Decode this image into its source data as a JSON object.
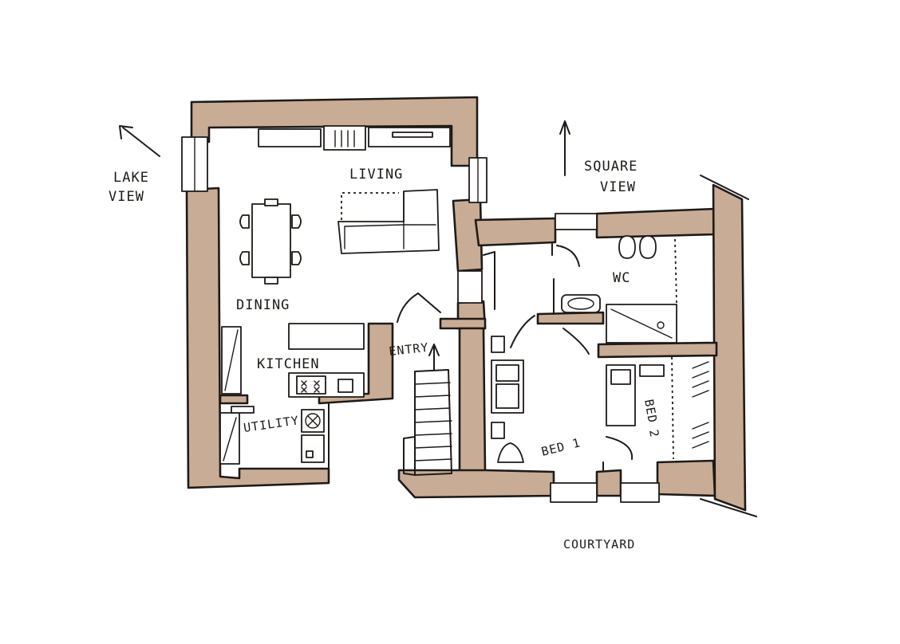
{
  "labels": {
    "lake": "LAKE",
    "lake_view": "VIEW",
    "square": "SQUARE",
    "square_view": "VIEW",
    "living": "LIVING",
    "dining": "DINING",
    "kitchen": "KITCHEN",
    "utility": "UTILITY",
    "entry": "ENTRY",
    "wc": "WC",
    "bed1": "BED 1",
    "bed2": "BED",
    "bed2_num": "2",
    "courtyard": "COURTYARD"
  },
  "colors": {
    "wall_fill": "#c9ac95",
    "ink": "#1e1a18",
    "paper": "#ffffff"
  },
  "icons": [
    "north-arrow-icon",
    "lake-view-arrow-icon",
    "stove-icon",
    "sink-icon",
    "washing-machine-icon",
    "fireplace-icon",
    "tv-icon",
    "toilet-icon",
    "shower-icon",
    "bathtub-icon"
  ]
}
